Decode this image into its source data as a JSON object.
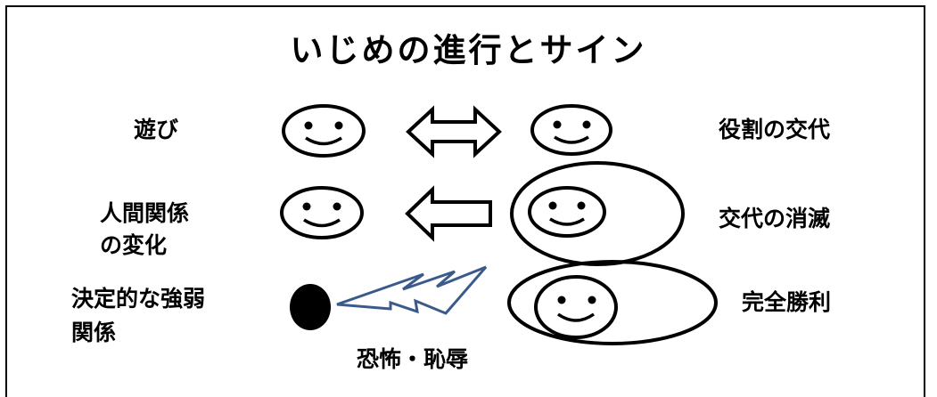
{
  "title": "いじめの進行とサイン",
  "rows": [
    {
      "left_label": "遊び",
      "right_label": "役割の交代"
    },
    {
      "left_label_line1": "人間関係",
      "left_label_line2": "の変化",
      "right_label": "交代の消滅"
    },
    {
      "left_label_line1": "決定的な強弱",
      "left_label_line2": "関係",
      "right_label": "完全勝利"
    }
  ],
  "bottom_label": "恐怖・恥辱",
  "colors": {
    "text": "#000000",
    "lightning_stroke": "#3b5a8c"
  },
  "icons": [
    "smiley-face-icon",
    "double-arrow-icon",
    "left-arrow-icon",
    "black-dot-icon",
    "lightning-bolt-icon",
    "enclosing-ellipse-icon"
  ]
}
